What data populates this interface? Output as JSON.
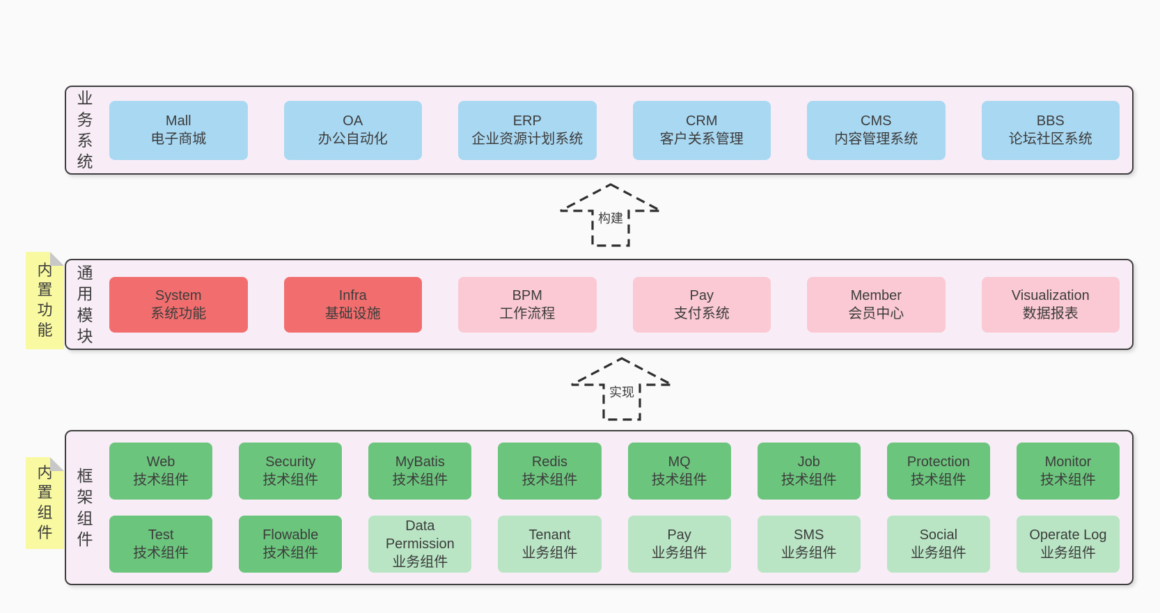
{
  "diagram": {
    "colors": {
      "page_bg": "#fafafa",
      "layer_bg": "#f8edf6",
      "layer_border": "#3e3e3e",
      "business_system_box": "#a9d8f2",
      "core_module_box": "#f26e6e",
      "module_box": "#fac9d3",
      "tech_component_box": "#6cc57d",
      "biz_component_box": "#b9e5c4",
      "sticky_note": "#f9f9a1",
      "sticky_fold": "#c8c8c8",
      "text": "#3c3c3c"
    },
    "arrows": [
      {
        "label": "构建"
      },
      {
        "label": "实现"
      }
    ],
    "layers": [
      {
        "label": "业务系统",
        "nodes": [
          {
            "en": "Mall",
            "zh": "电子商城"
          },
          {
            "en": "OA",
            "zh": "办公自动化"
          },
          {
            "en": "ERP",
            "zh": "企业资源计划系统"
          },
          {
            "en": "CRM",
            "zh": "客户关系管理"
          },
          {
            "en": "CMS",
            "zh": "内容管理系统"
          },
          {
            "en": "BBS",
            "zh": "论坛社区系统"
          }
        ]
      },
      {
        "label": "通用模块",
        "sticky": "内置功能",
        "nodes": [
          {
            "en": "System",
            "zh": "系统功能"
          },
          {
            "en": "Infra",
            "zh": "基础设施"
          },
          {
            "en": "BPM",
            "zh": "工作流程"
          },
          {
            "en": "Pay",
            "zh": "支付系统"
          },
          {
            "en": "Member",
            "zh": "会员中心"
          },
          {
            "en": "Visualization",
            "zh": "数据报表"
          }
        ]
      },
      {
        "label": "框架组件",
        "sticky": "内置组件",
        "rows": [
          [
            {
              "en": "Web",
              "zh": "技术组件"
            },
            {
              "en": "Security",
              "zh": "技术组件"
            },
            {
              "en": "MyBatis",
              "zh": "技术组件"
            },
            {
              "en": "Redis",
              "zh": "技术组件"
            },
            {
              "en": "MQ",
              "zh": "技术组件"
            },
            {
              "en": "Job",
              "zh": "技术组件"
            },
            {
              "en": "Protection",
              "zh": "技术组件"
            },
            {
              "en": "Monitor",
              "zh": "技术组件"
            }
          ],
          [
            {
              "en": "Test",
              "zh": "技术组件"
            },
            {
              "en": "Flowable",
              "zh": "技术组件"
            },
            {
              "en": "Data Permission",
              "zh": "业务组件"
            },
            {
              "en": "Tenant",
              "zh": "业务组件"
            },
            {
              "en": "Pay",
              "zh": "业务组件"
            },
            {
              "en": "SMS",
              "zh": "业务组件"
            },
            {
              "en": "Social",
              "zh": "业务组件"
            },
            {
              "en": "Operate Log",
              "zh": "业务组件"
            }
          ]
        ]
      }
    ]
  }
}
